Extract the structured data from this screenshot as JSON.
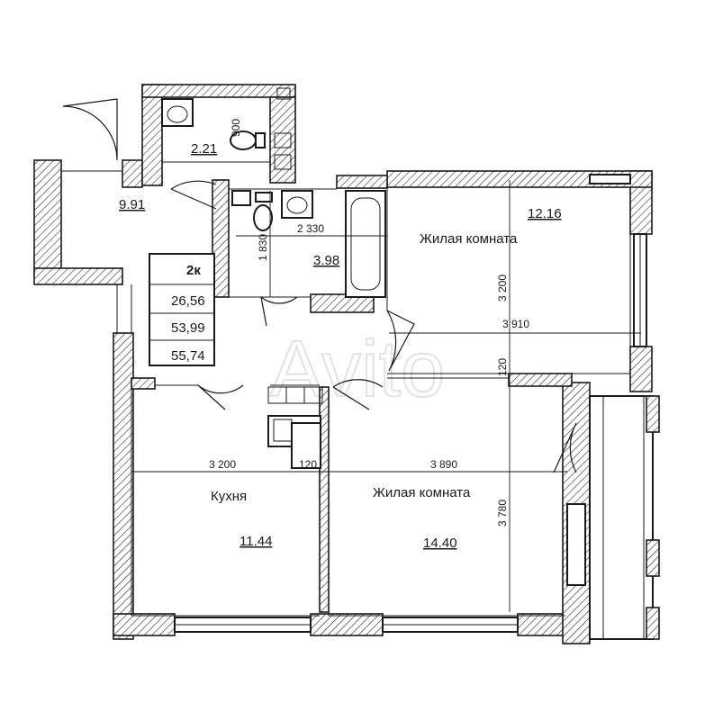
{
  "watermark": "Avito",
  "summary": {
    "type": "2к",
    "living_area": "26,56",
    "total_area": "53,99",
    "area_with_balcony": "55,74"
  },
  "rooms": {
    "balcony": {
      "area": "9.91"
    },
    "wc": {
      "area": "2.21"
    },
    "bathroom": {
      "area": "3.98"
    },
    "bedroom": {
      "name": "Жилая комната",
      "area": "12.16"
    },
    "kitchen": {
      "name": "Кухня",
      "area": "11.44"
    },
    "living": {
      "name": "Жилая комната",
      "area": "14.40"
    }
  },
  "dimensions": {
    "bath_width": "2 330",
    "bath_height": "1 830",
    "bedroom_width": "3 910",
    "bedroom_height": "3 200",
    "partition": "120",
    "kitchen_width": "3 200",
    "kitchen_partition": "120",
    "living_width": "3 890",
    "living_height": "3 780",
    "wc_dim": "900"
  }
}
